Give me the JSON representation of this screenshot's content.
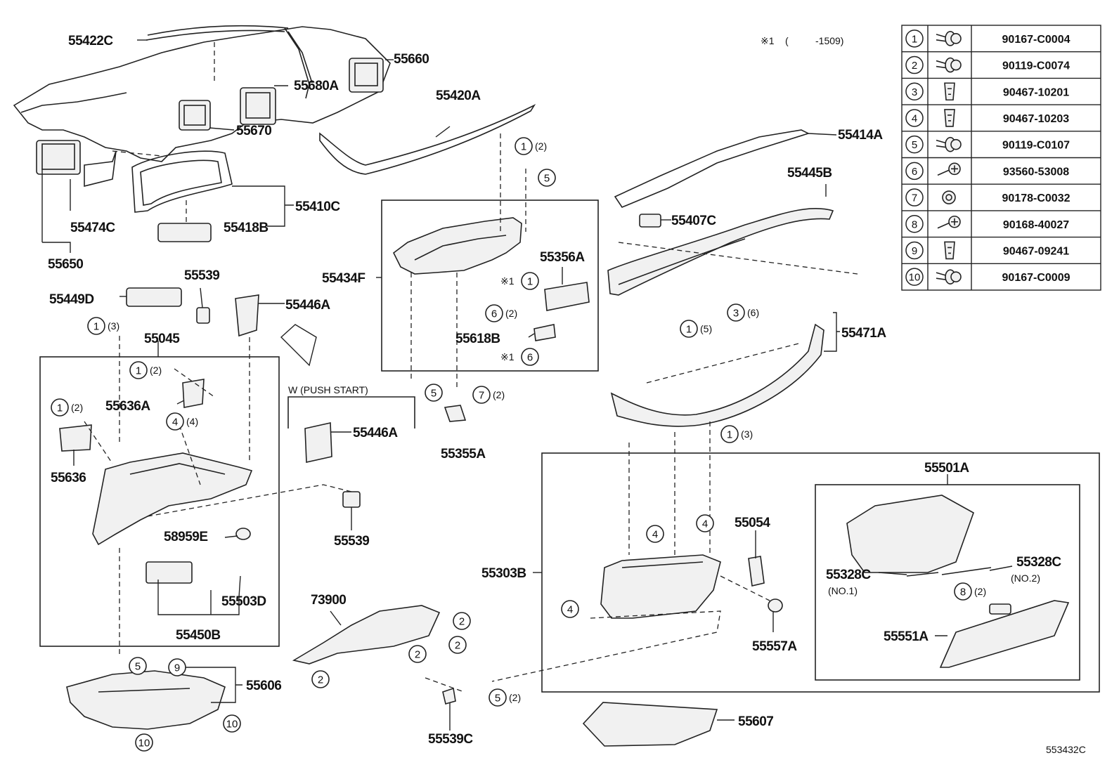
{
  "note": {
    "mark": "※1",
    "paren_open": "(",
    "range": "-1509)"
  },
  "illustration_id": "553432C",
  "push_start_label": "W (PUSH START)",
  "part_labels": [
    {
      "id": "p55422C",
      "text": "55422C"
    },
    {
      "id": "p55660",
      "text": "55660"
    },
    {
      "id": "p55680A",
      "text": "55680A"
    },
    {
      "id": "p55420A",
      "text": "55420A"
    },
    {
      "id": "p55670",
      "text": "55670"
    },
    {
      "id": "p55414A",
      "text": "55414A"
    },
    {
      "id": "p55445B",
      "text": "55445B"
    },
    {
      "id": "p55410C",
      "text": "55410C"
    },
    {
      "id": "p55474C",
      "text": "55474C"
    },
    {
      "id": "p55418B",
      "text": "55418B"
    },
    {
      "id": "p55650",
      "text": "55650"
    },
    {
      "id": "p55407C",
      "text": "55407C"
    },
    {
      "id": "p55539a",
      "text": "55539"
    },
    {
      "id": "p55449D",
      "text": "55449D"
    },
    {
      "id": "p55446Aa",
      "text": "55446A"
    },
    {
      "id": "p55434F",
      "text": "55434F"
    },
    {
      "id": "p55356A",
      "text": "55356A"
    },
    {
      "id": "p55045",
      "text": "55045"
    },
    {
      "id": "p55618B",
      "text": "55618B"
    },
    {
      "id": "p55471A",
      "text": "55471A"
    },
    {
      "id": "p55636A",
      "text": "55636A"
    },
    {
      "id": "p55446Ab",
      "text": "55446A"
    },
    {
      "id": "p55355A",
      "text": "55355A"
    },
    {
      "id": "p55636",
      "text": "55636"
    },
    {
      "id": "p55501A",
      "text": "55501A"
    },
    {
      "id": "p55054",
      "text": "55054"
    },
    {
      "id": "p58959E",
      "text": "58959E"
    },
    {
      "id": "p55539b",
      "text": "55539"
    },
    {
      "id": "p55303B",
      "text": "55303B"
    },
    {
      "id": "p55328C1",
      "text": "55328C"
    },
    {
      "id": "p55328C2",
      "text": "55328C"
    },
    {
      "id": "p55503D",
      "text": "55503D"
    },
    {
      "id": "p73900",
      "text": "73900"
    },
    {
      "id": "p55450B",
      "text": "55450B"
    },
    {
      "id": "p55557A",
      "text": "55557A"
    },
    {
      "id": "p55551A",
      "text": "55551A"
    },
    {
      "id": "p55606",
      "text": "55606"
    },
    {
      "id": "p55539C",
      "text": "55539C"
    },
    {
      "id": "p55607",
      "text": "55607"
    }
  ],
  "sub_labels": {
    "no1": "(NO.1)",
    "no2": "(NO.2)"
  },
  "callouts": [
    {
      "n": "1",
      "qty": "(2)"
    },
    {
      "n": "5",
      "qty": ""
    },
    {
      "n": "1",
      "qty": "",
      "pre": "※1"
    },
    {
      "n": "6",
      "qty": "(2)"
    },
    {
      "n": "6",
      "qty": "",
      "pre": "※1"
    },
    {
      "n": "5",
      "qty": ""
    },
    {
      "n": "7",
      "qty": "(2)"
    },
    {
      "n": "1",
      "qty": "(3)"
    },
    {
      "n": "1",
      "qty": "(2)"
    },
    {
      "n": "1",
      "qty": "(2)"
    },
    {
      "n": "4",
      "qty": "(4)"
    },
    {
      "n": "1",
      "qty": "(5)"
    },
    {
      "n": "3",
      "qty": "(6)"
    },
    {
      "n": "1",
      "qty": "(3)"
    },
    {
      "n": "4",
      "qty": ""
    },
    {
      "n": "4",
      "qty": ""
    },
    {
      "n": "4",
      "qty": ""
    },
    {
      "n": "8",
      "qty": "(2)"
    },
    {
      "n": "2",
      "qty": ""
    },
    {
      "n": "2",
      "qty": ""
    },
    {
      "n": "2",
      "qty": ""
    },
    {
      "n": "2",
      "qty": ""
    },
    {
      "n": "5",
      "qty": ""
    },
    {
      "n": "9",
      "qty": ""
    },
    {
      "n": "10",
      "qty": ""
    },
    {
      "n": "10",
      "qty": ""
    },
    {
      "n": "5",
      "qty": "(2)"
    }
  ],
  "fastener_table": [
    {
      "n": "1",
      "icon": "screw-washer-icon",
      "part": "90167-C0004"
    },
    {
      "n": "2",
      "icon": "screw-washer-icon",
      "part": "90119-C0074"
    },
    {
      "n": "3",
      "icon": "clip-icon",
      "part": "90467-10201"
    },
    {
      "n": "4",
      "icon": "clip-icon",
      "part": "90467-10203"
    },
    {
      "n": "5",
      "icon": "screw-washer-icon",
      "part": "90119-C0107"
    },
    {
      "n": "6",
      "icon": "screw-icon",
      "part": "93560-53008"
    },
    {
      "n": "7",
      "icon": "nut-icon",
      "part": "90178-C0032"
    },
    {
      "n": "8",
      "icon": "screw-icon",
      "part": "90168-40027"
    },
    {
      "n": "9",
      "icon": "clip-icon",
      "part": "90467-09241"
    },
    {
      "n": "10",
      "icon": "screw-washer-icon",
      "part": "90167-C0009"
    }
  ]
}
